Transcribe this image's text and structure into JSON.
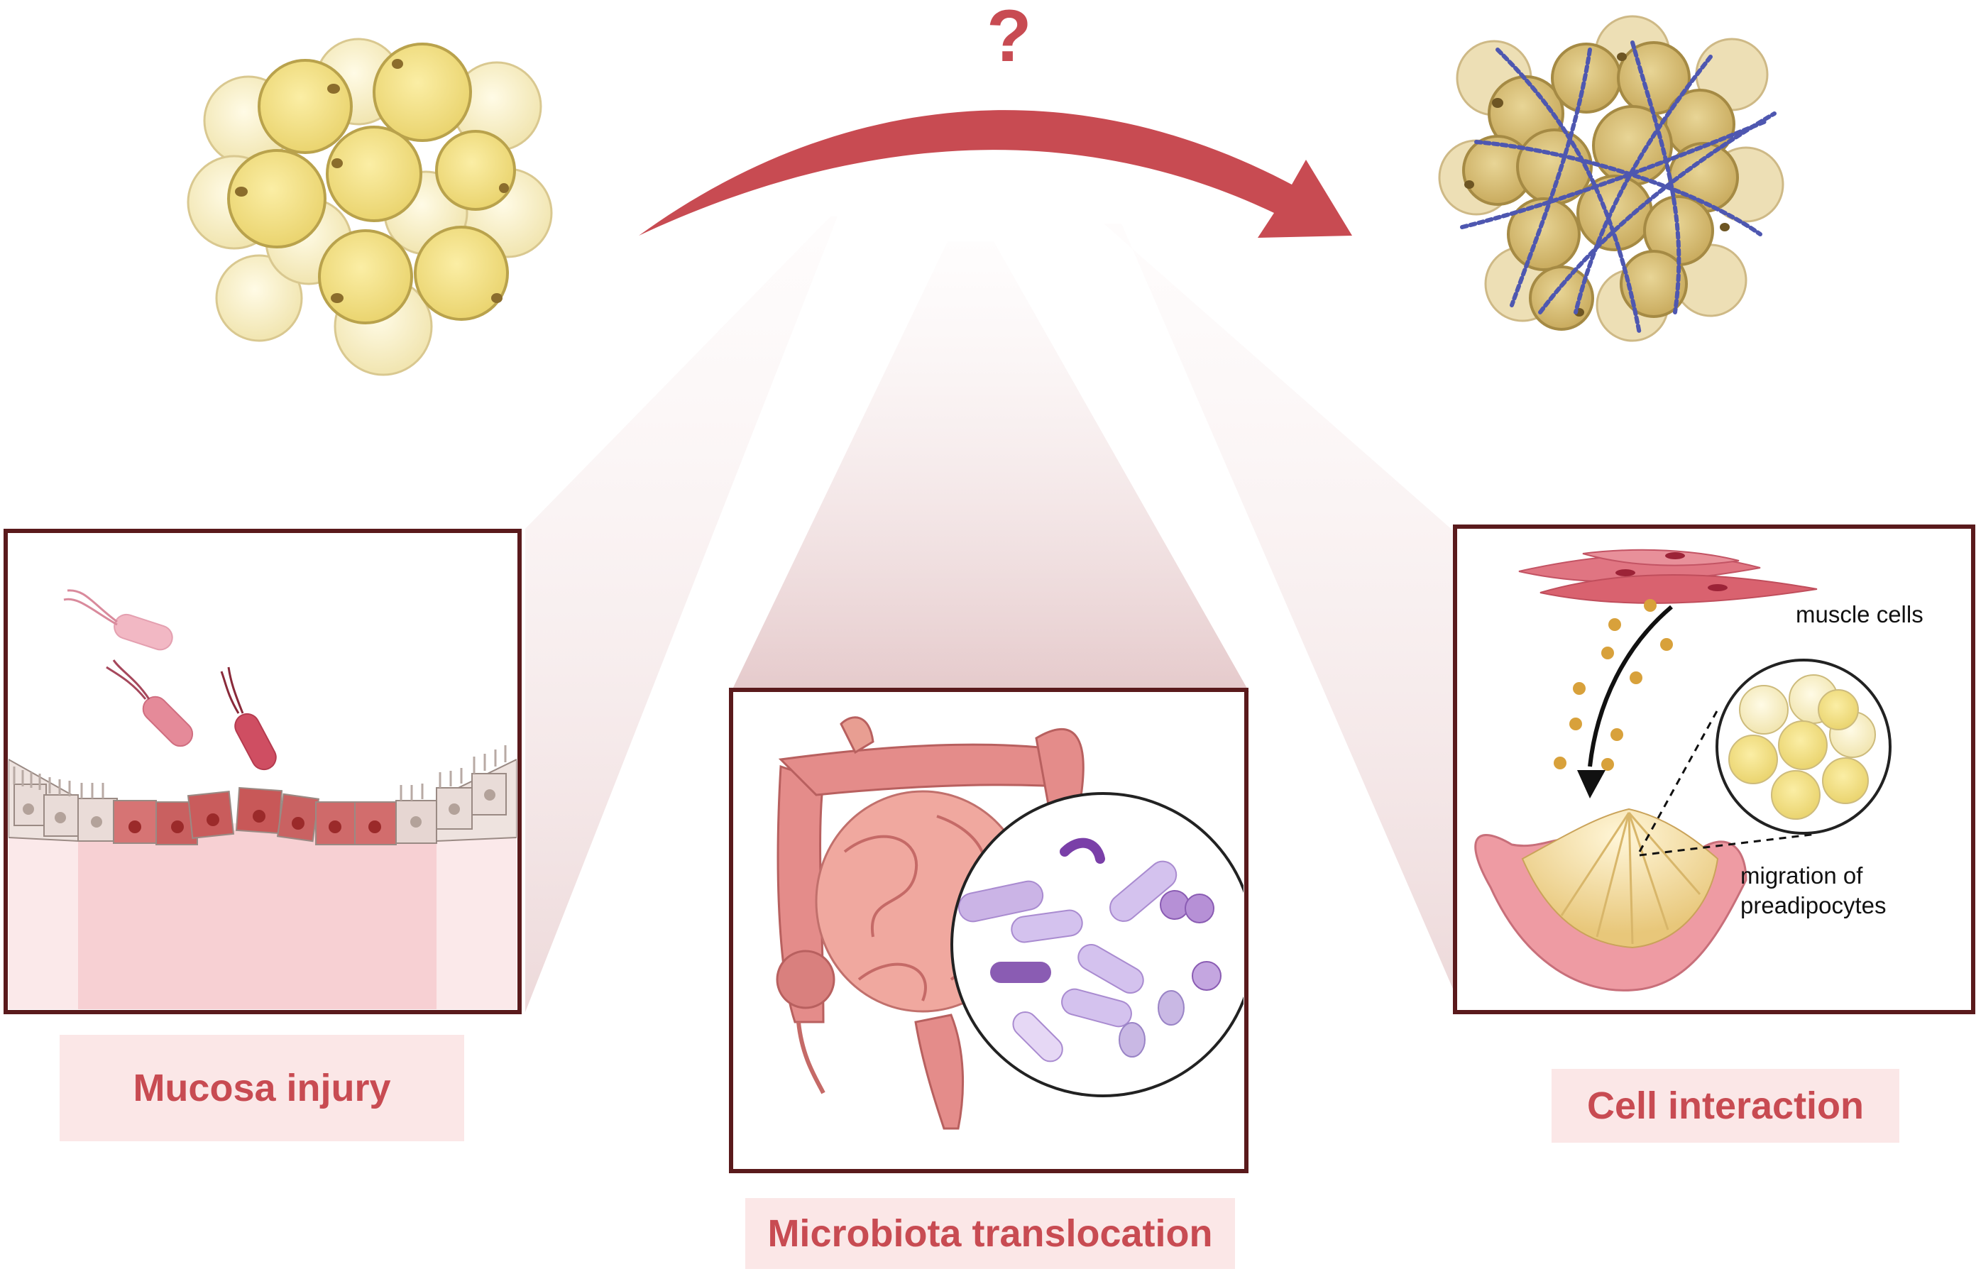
{
  "top": {
    "question_mark": "?"
  },
  "panels": {
    "left": {
      "label": "Mucosa injury"
    },
    "center": {
      "label": "Microbiota translocation"
    },
    "right": {
      "label": "Cell interaction",
      "annotation_muscle": "muscle cells",
      "annotation_migration_line1": "migration of",
      "annotation_migration_line2": "preadipocytes"
    }
  },
  "colors": {
    "accent_red": "#c84b52",
    "label_bg": "#fbe7e7",
    "panel_border": "#5a1a1c",
    "adipocyte_light": "#f7efc0",
    "adipocyte_dark": "#eedd86",
    "fibrotic_adipocyte": "#d9c07a",
    "fiber_blue": "#5a63b8",
    "mucosa_pink": "#f7d3d6",
    "gut_pink": "#e6928d",
    "bacteria_purple": "#b69ad8"
  },
  "icons": [
    "adipocyte-cluster-icon",
    "fibrotic-adipocyte-cluster-icon",
    "curved-arrow-icon",
    "bacteria-icon",
    "intestine-icon",
    "muscle-cell-icon",
    "mesentery-icon"
  ]
}
